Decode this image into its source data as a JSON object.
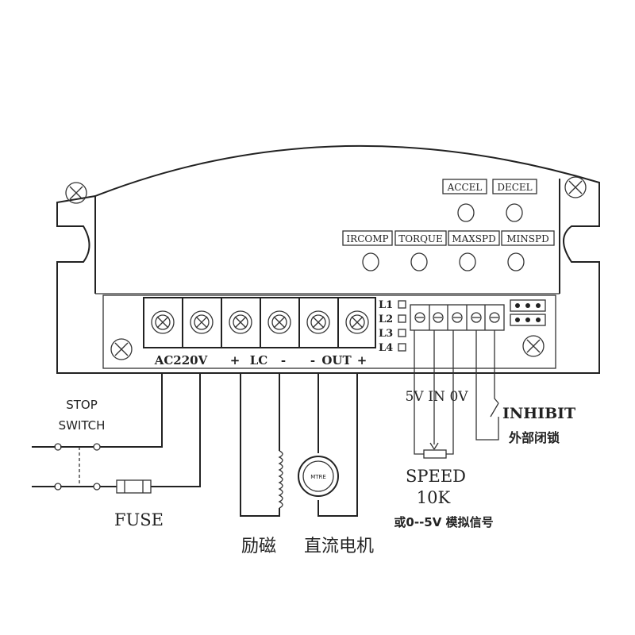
{
  "pots": {
    "accel": "ACCEL",
    "decel": "DECEL",
    "ircomp": "IRCOMP",
    "torque": "TORQUE",
    "maxspd": "MAXSPD",
    "minspd": "MINSPD"
  },
  "leds": [
    "L1",
    "L2",
    "L3",
    "L4"
  ],
  "terminals": {
    "ac": "AC220V",
    "lc_plus": "+",
    "lc": "LC",
    "lc_minus": "-",
    "out_minus": "-",
    "out": "OUT",
    "out_plus": "+"
  },
  "control": {
    "v5": "5V",
    "in": "IN",
    "v0": "0V",
    "inhibit": "INHIBIT",
    "external_lock": "外部闭锁",
    "speed": "SPEED",
    "pot_value": "10K",
    "analog": "或0--5V 模拟信号"
  },
  "mains": {
    "stop_switch_1": "STOP",
    "stop_switch_2": "SWITCH",
    "fuse": "FUSE"
  },
  "loads": {
    "excitation": "励磁",
    "dc_motor": "直流电机",
    "motor_badge": "MTRE"
  }
}
